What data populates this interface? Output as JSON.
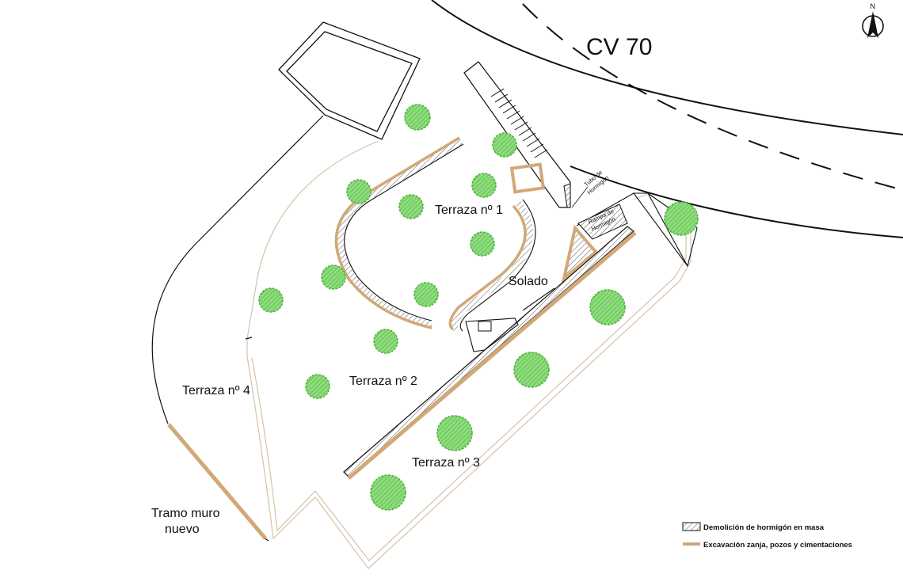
{
  "plan": {
    "road": "CV 70",
    "north": "N",
    "labels": {
      "terraza1": "Terraza nº 1",
      "terraza2": "Terraza nº 2",
      "terraza3": "Terraza nº 3",
      "terraza4": "Terraza nº 4",
      "solado": "Solado",
      "tramo_line1": "Tramo muro",
      "tramo_line2": "nuevo",
      "tubo_line1": "Tubo de",
      "tubo_line2": "Hormigón",
      "rampa_line1": "Rampa de",
      "rampa_line2": "Hormigón"
    },
    "legend": {
      "hatch": "Demolición de hormigón en masa",
      "trench": "Excavación zanja, pozos y cimentaciones"
    },
    "colors": {
      "trench": "#d2a878",
      "tree_fill": "#7bd36b",
      "tree_stroke": "#4ab33a",
      "boundary": "#d6c2a8",
      "wall": "#222222"
    }
  }
}
